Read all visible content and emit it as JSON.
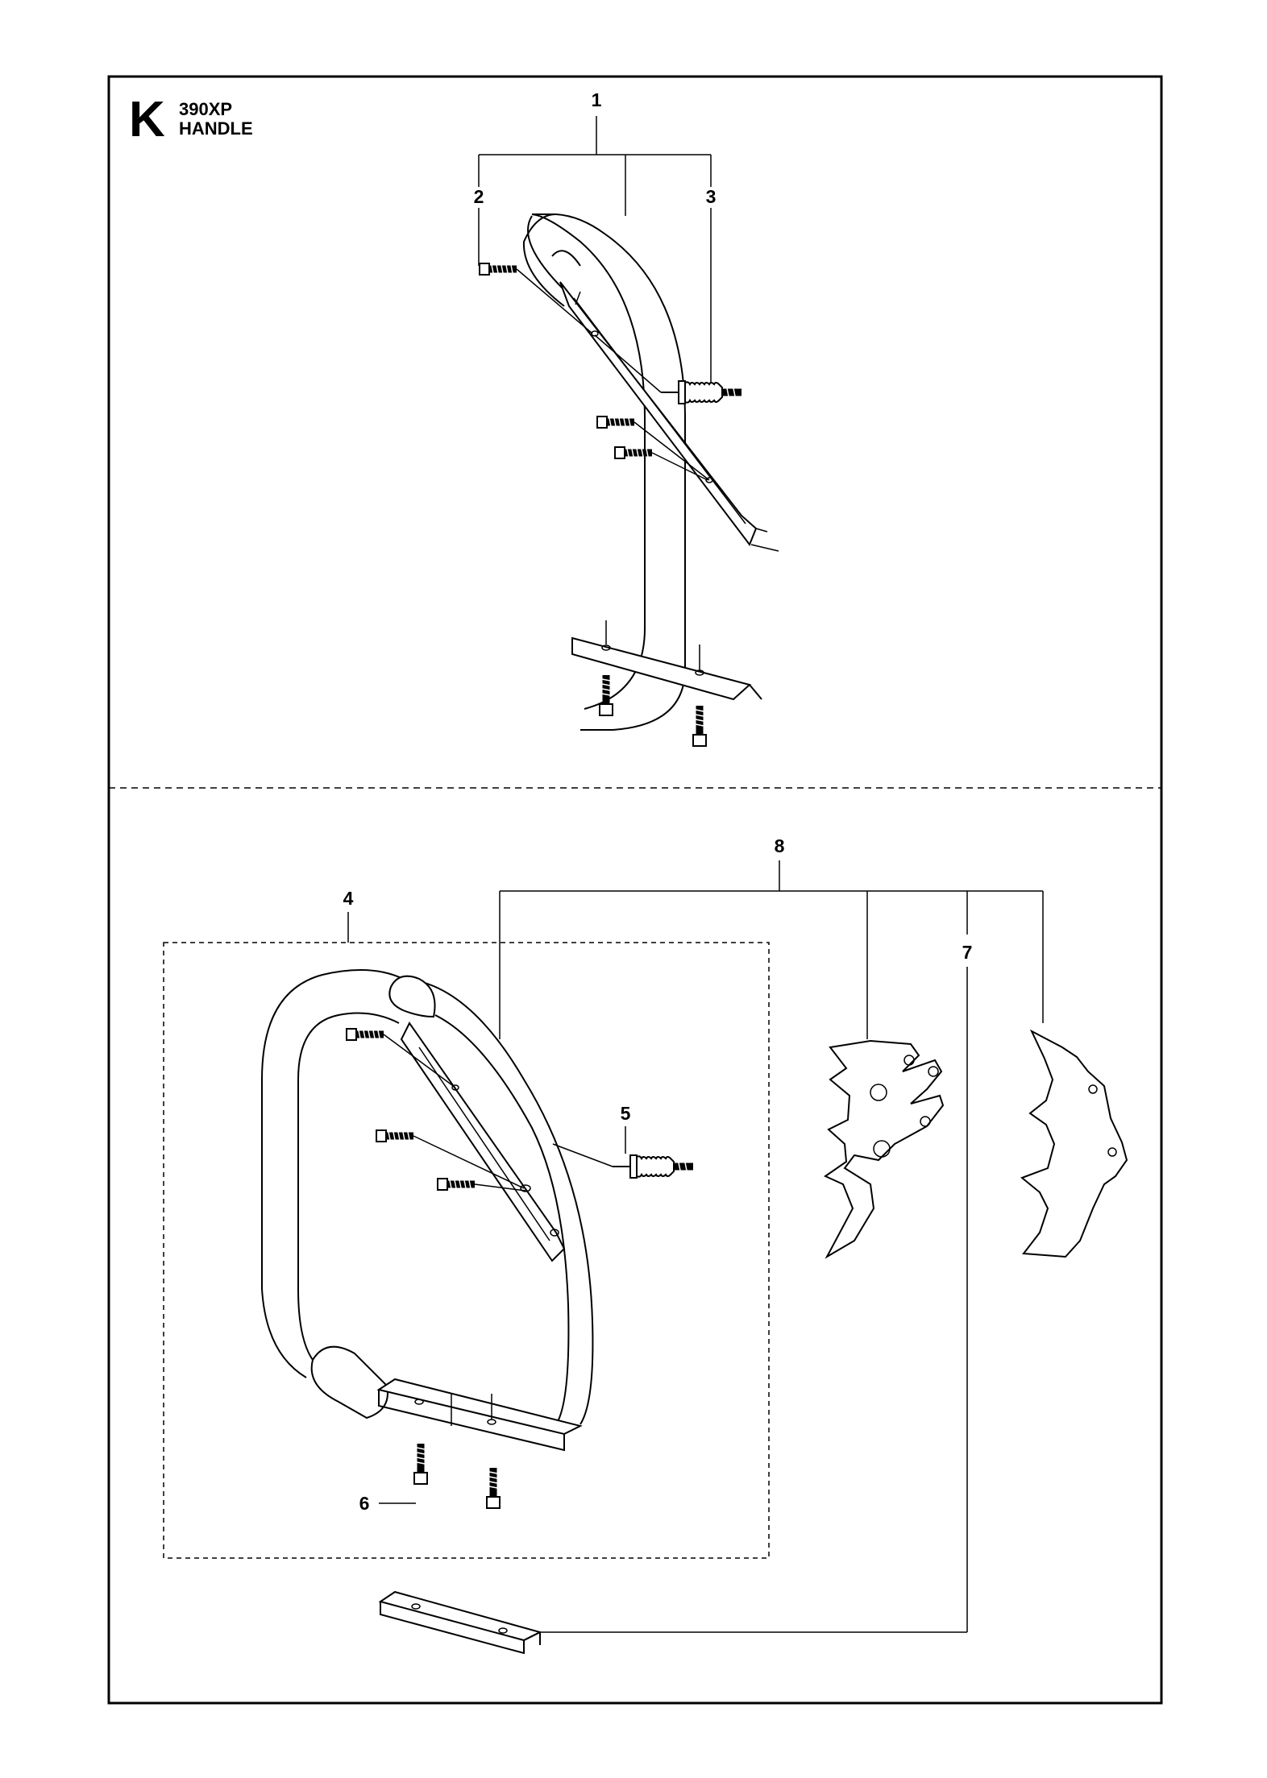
{
  "header": {
    "section_letter": "K",
    "model": "390XP",
    "title": "HANDLE"
  },
  "callouts": [
    "1",
    "2",
    "3",
    "4",
    "5",
    "6",
    "7",
    "8"
  ]
}
